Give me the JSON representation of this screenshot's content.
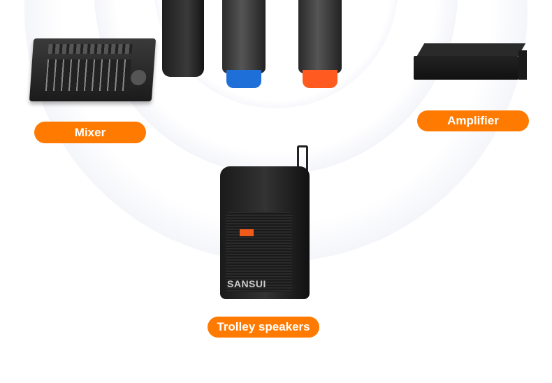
{
  "labels": {
    "mixer": "Mixer",
    "amplifier": "Amplifier",
    "trolley": "Trolley speakers"
  },
  "speaker_brand": "SANSUI",
  "colors": {
    "accent": "#ff7a00",
    "mic_blue": "#1f6fd8",
    "mic_orange": "#ff5a1f"
  }
}
